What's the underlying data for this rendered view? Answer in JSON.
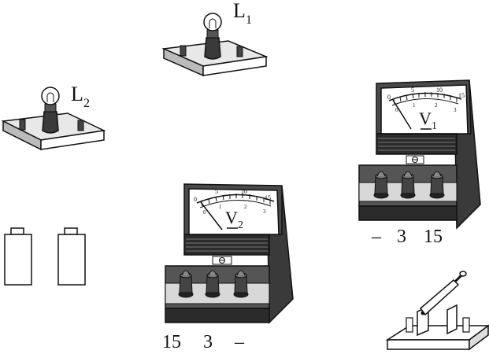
{
  "components": {
    "bulb1": {
      "letter": "L",
      "sub": "1"
    },
    "bulb2": {
      "letter": "L",
      "sub": "2"
    },
    "meter1": {
      "letter": "V",
      "sub": "1",
      "scale_outer": [
        "0",
        "5",
        "10",
        "15"
      ],
      "scale_inner": [
        "0",
        "1",
        "2",
        "3"
      ],
      "terminal_labels": [
        "–",
        "3",
        "15"
      ]
    },
    "meter2": {
      "letter": "V",
      "sub": "2",
      "scale_outer": [
        "0",
        "5",
        "10",
        "15"
      ],
      "scale_inner": [
        "0",
        "1",
        "2",
        "3"
      ],
      "terminal_labels": [
        "15",
        "3",
        "–"
      ]
    },
    "batteries": [
      "battery-cell",
      "battery-cell"
    ],
    "switch": "knife-switch"
  },
  "colors": {
    "ink": "#111111",
    "metal": "#4a4a4a",
    "dark": "#2b2b2b",
    "light": "#d8d8d8"
  }
}
